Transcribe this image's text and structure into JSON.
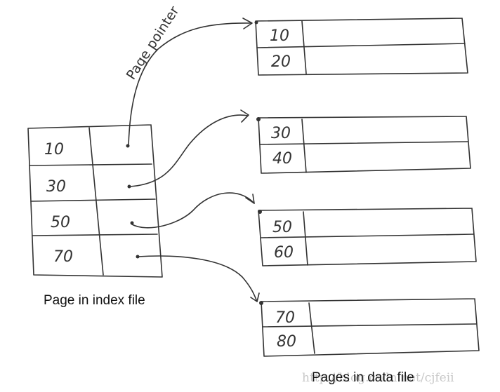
{
  "index_page": {
    "caption": "Page in index file",
    "keys": [
      "10",
      "30",
      "50",
      "70"
    ]
  },
  "arrow_label": "Page pointer",
  "data_pages": {
    "caption": "Pages in data file",
    "pages": [
      {
        "keys": [
          "10",
          "20"
        ]
      },
      {
        "keys": [
          "30",
          "40"
        ]
      },
      {
        "keys": [
          "50",
          "60"
        ]
      },
      {
        "keys": [
          "70",
          "80"
        ]
      }
    ]
  },
  "watermark": "http://blog.csdn.net/cjfeii"
}
